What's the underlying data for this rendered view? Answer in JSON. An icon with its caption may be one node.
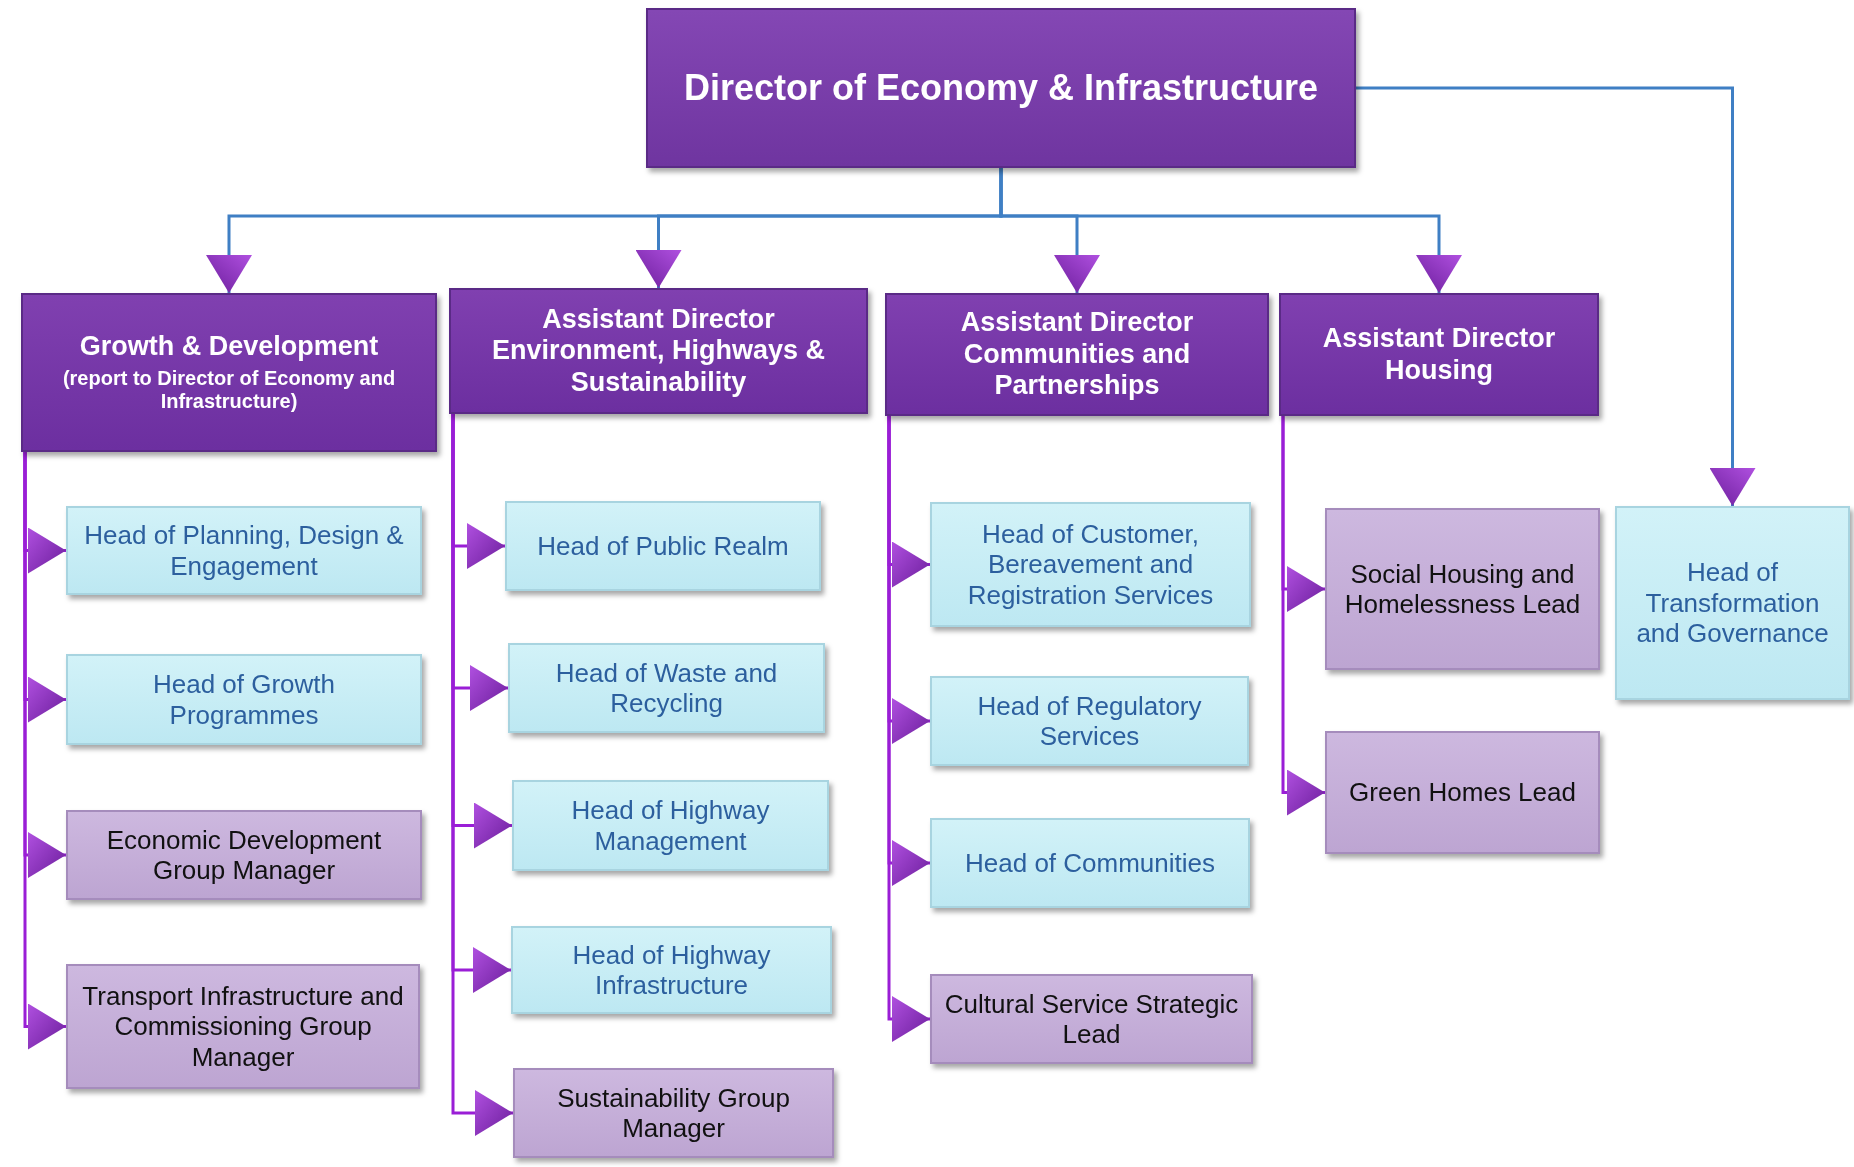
{
  "diagram": {
    "nodes": [
      {
        "text": [
          "Director of Economy & Infrastructure"
        ]
      },
      {
        "text": [
          "Growth & Development",
          "(report to Director of Economy and Infrastructure)"
        ]
      },
      {
        "text": [
          "Assistant Director Environment, Highways & Sustainability"
        ]
      },
      {
        "text": [
          "Assistant Director Communities and Partnerships"
        ]
      },
      {
        "text": [
          "Assistant Director Housing"
        ]
      },
      {
        "text": [
          "Head of Planning, Design & Engagement"
        ]
      },
      {
        "text": [
          "Head of Growth Programmes"
        ]
      },
      {
        "text": [
          "Economic Development Group Manager"
        ]
      },
      {
        "text": [
          "Transport Infrastructure and Commissioning Group Manager"
        ]
      },
      {
        "text": [
          "Head of Public Realm"
        ]
      },
      {
        "text": [
          "Head of Waste and Recycling"
        ]
      },
      {
        "text": [
          "Head of Highway Management"
        ]
      },
      {
        "text": [
          "Head of Highway Infrastructure"
        ]
      },
      {
        "text": [
          "Sustainability Group Manager"
        ]
      },
      {
        "text": [
          "Head of Customer, Bereavement and Registration Services"
        ]
      },
      {
        "text": [
          "Head of Regulatory Services"
        ]
      },
      {
        "text": [
          "Head of Communities"
        ]
      },
      {
        "text": [
          "Cultural Service Strategic Lead"
        ]
      },
      {
        "text": [
          "Social Housing and Homelessness Lead"
        ]
      },
      {
        "text": [
          "Green Homes Lead"
        ]
      },
      {
        "text": [
          "Head of Transformation and Governance"
        ]
      }
    ],
    "edges": [
      {
        "from": 0,
        "to": 1,
        "arrow": "to",
        "color": "#3f7fc4"
      },
      {
        "from": 0,
        "to": 2,
        "arrow": "to",
        "color": "#3f7fc4"
      },
      {
        "from": 0,
        "to": 3,
        "arrow": "to",
        "color": "#3f7fc4"
      },
      {
        "from": 0,
        "to": 4,
        "arrow": "to",
        "color": "#3f7fc4"
      },
      {
        "from": 0,
        "to": 20,
        "arrow": "to",
        "color": "#3f7fc4"
      },
      {
        "from": 1,
        "to": 5,
        "arrow": "to"
      },
      {
        "from": 1,
        "to": 6,
        "arrow": "to"
      },
      {
        "from": 1,
        "to": 7,
        "arrow": "to"
      },
      {
        "from": 1,
        "to": 8,
        "arrow": "to"
      },
      {
        "from": 2,
        "to": 9,
        "arrow": "to"
      },
      {
        "from": 2,
        "to": 10,
        "arrow": "to"
      },
      {
        "from": 2,
        "to": 11,
        "arrow": "to"
      },
      {
        "from": 2,
        "to": 12,
        "arrow": "to"
      },
      {
        "from": 2,
        "to": 13,
        "arrow": "to"
      },
      {
        "from": 3,
        "to": 14,
        "arrow": "to"
      },
      {
        "from": 3,
        "to": 15,
        "arrow": "to"
      },
      {
        "from": 3,
        "to": 16,
        "arrow": "to"
      },
      {
        "from": 3,
        "to": 17,
        "arrow": "to"
      },
      {
        "from": 4,
        "to": 18,
        "arrow": "to"
      },
      {
        "from": 4,
        "to": 19,
        "arrow": "to"
      }
    ]
  }
}
